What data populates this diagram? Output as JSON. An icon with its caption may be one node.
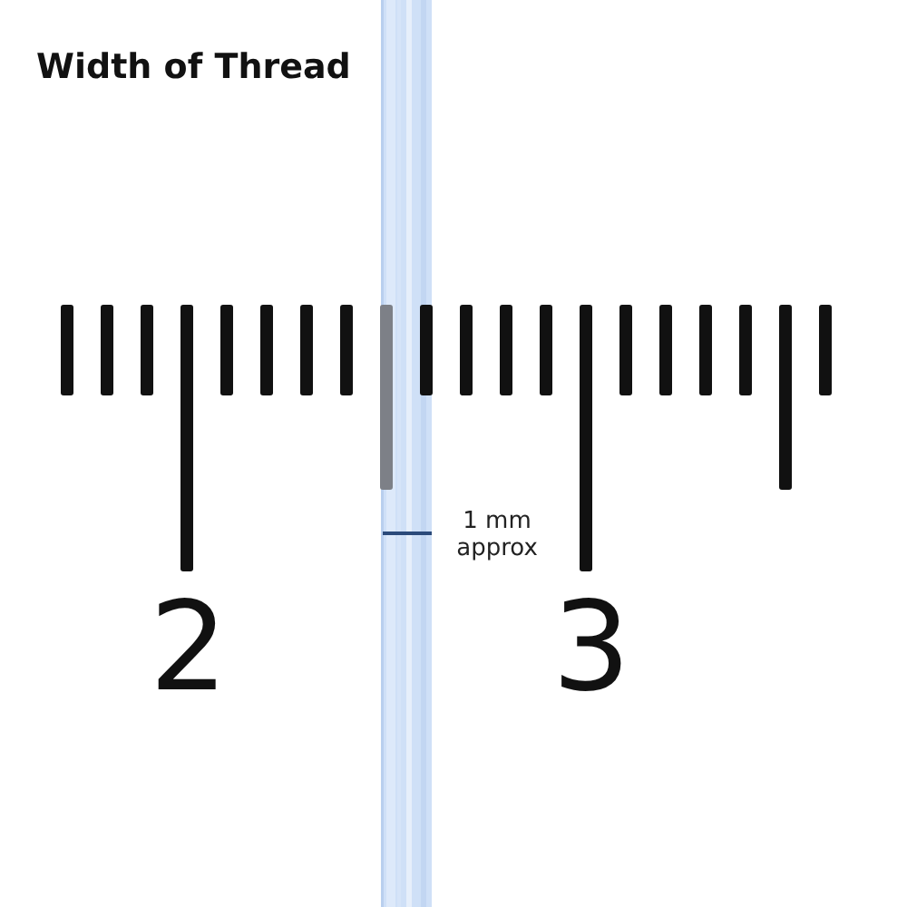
{
  "diagram": {
    "title": "Width of Thread",
    "labels": [
      "2",
      "3",
      "1 mm approx"
    ]
  }
}
